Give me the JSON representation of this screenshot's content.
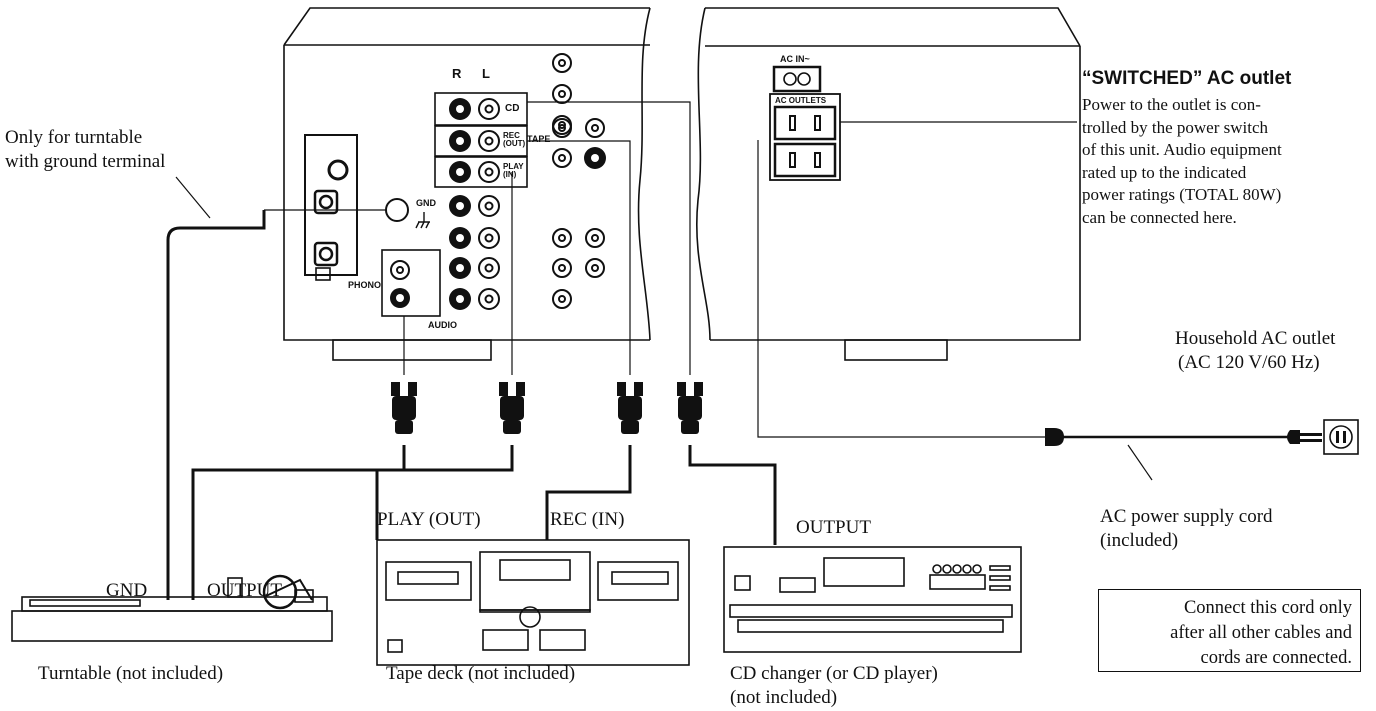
{
  "annotations": {
    "turntable_ground_note": [
      "Only for turntable",
      "with ground terminal"
    ],
    "switched_outlet_title": "“SWITCHED” AC outlet",
    "switched_outlet_desc": [
      "Power to the outlet is con-",
      "trolled by the power switch",
      "of this unit. Audio equipment",
      "rated up to the indicated",
      "power ratings (TOTAL 80W)",
      "can be connected here."
    ],
    "household_outlet": [
      "Household AC outlet",
      "(AC 120 V/60 Hz)"
    ],
    "ac_cord": [
      "AC power supply cord",
      "(included)"
    ],
    "cord_warning": [
      "Connect this cord only",
      "after all other cables and",
      "cords are connected."
    ]
  },
  "panel_labels": {
    "r": "R",
    "l": "L",
    "cd": "CD",
    "rec_out": [
      "REC",
      "(OUT)"
    ],
    "tape": "TAPE",
    "play_in": [
      "PLAY",
      "(IN)"
    ],
    "gnd": "GND",
    "phono": "PHONO",
    "audio": "AUDIO",
    "ac_in": "AC IN~",
    "ac_outlets": "AC OUTLETS"
  },
  "device_labels": {
    "turntable_gnd": "GND",
    "turntable_output": "OUTPUT",
    "deck_play_out": "PLAY (OUT)",
    "deck_rec_in": "REC (IN)",
    "cd_output": "OUTPUT"
  },
  "captions": {
    "turntable": "Turntable (not included)",
    "tape_deck": "Tape deck (not included)",
    "cd_changer": [
      "CD changer (or CD player)",
      "(not included)"
    ]
  }
}
